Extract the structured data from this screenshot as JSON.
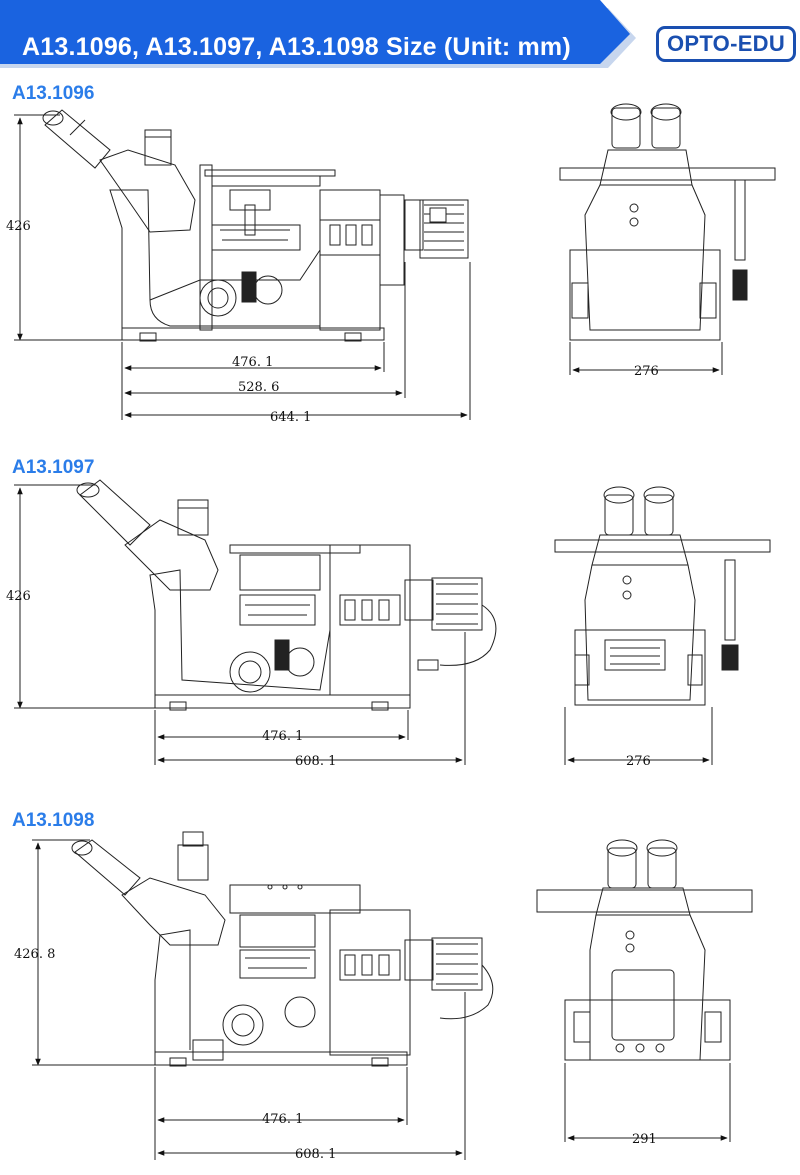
{
  "header": {
    "title": "A13.1096,  A13.1097,  A13.1098  Size (Unit: mm)",
    "logo": "OPTO-EDU",
    "brand_color": "#1a63e0",
    "accent_color": "#2b7de9"
  },
  "models": [
    {
      "name": "A13.1096",
      "height": "426",
      "side_dims": [
        "476. 1",
        "528. 6",
        "644. 1"
      ],
      "front_width": "276"
    },
    {
      "name": "A13.1097",
      "height": "426",
      "side_dims": [
        "476. 1",
        "608. 1"
      ],
      "front_width": "276"
    },
    {
      "name": "A13.1098",
      "height": "426. 8",
      "side_dims": [
        "476. 1",
        "608. 1"
      ],
      "front_width": "291"
    }
  ]
}
